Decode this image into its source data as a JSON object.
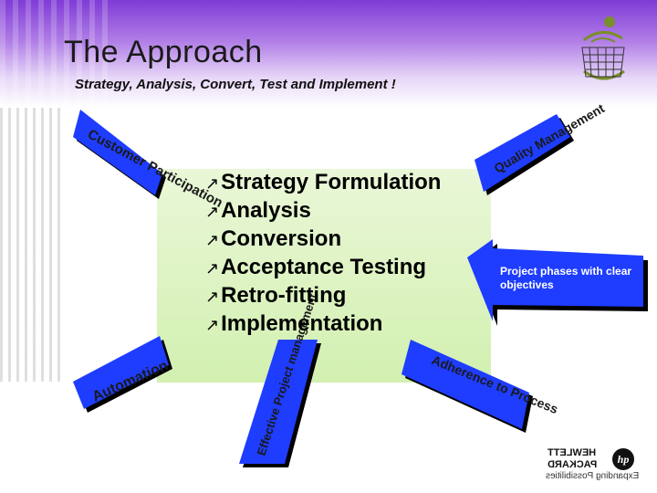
{
  "header": {
    "title": "The Approach",
    "subtitle": "Strategy, Analysis, Convert, Test and Implement !"
  },
  "bullets": {
    "marker": "↗",
    "items": [
      "Strategy Formulation",
      "Analysis",
      "Conversion",
      "Acceptance Testing",
      "Retro-fitting",
      "Implementation"
    ]
  },
  "arrows": {
    "customer_participation": "Customer Participation",
    "quality_management": "Quality Management",
    "project_phases": "Project phases with clear objectives",
    "adherence_to_process": "Adherence to Process",
    "effective_project_management": "Effective Project management",
    "automation": "Automation"
  },
  "brand": {
    "line1": "HEWLETT",
    "line2": "PACKARD",
    "tagline": "Expanding Possibilities"
  },
  "colors": {
    "header_top": "#7f3bd6",
    "panel": "#d2f0b0",
    "arrow_fill": "#1e3dff",
    "arrow_shadow": "#000000"
  }
}
